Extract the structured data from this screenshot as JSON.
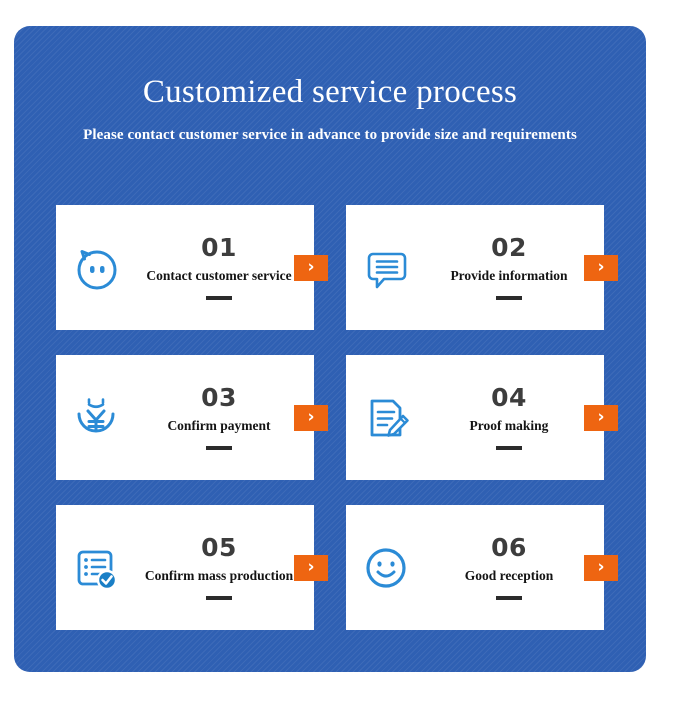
{
  "header": {
    "title": "Customized service process",
    "subtitle": "Please contact customer service in advance to provide size and requirements"
  },
  "colors": {
    "panel_blue": "#2f60b3",
    "card_white": "#ffffff",
    "accent_orange": "#ee6511",
    "icon_blue": "#2b8bd6",
    "number_gray": "#3d3d3d"
  },
  "steps": [
    {
      "number": "01",
      "label": "Contact customer service",
      "icon": "customer-service-face-icon",
      "arrow": "›"
    },
    {
      "number": "02",
      "label": "Provide information",
      "icon": "speech-bubble-lines-icon",
      "arrow": "›"
    },
    {
      "number": "03",
      "label": "Confirm payment",
      "icon": "yuan-currency-circle-icon",
      "arrow": "›"
    },
    {
      "number": "04",
      "label": "Proof making",
      "icon": "document-pencil-icon",
      "arrow": "›"
    },
    {
      "number": "05",
      "label": "Confirm mass production",
      "icon": "checklist-check-icon",
      "arrow": "›"
    },
    {
      "number": "06",
      "label": "Good reception",
      "icon": "smiley-face-icon",
      "arrow": "›"
    }
  ]
}
